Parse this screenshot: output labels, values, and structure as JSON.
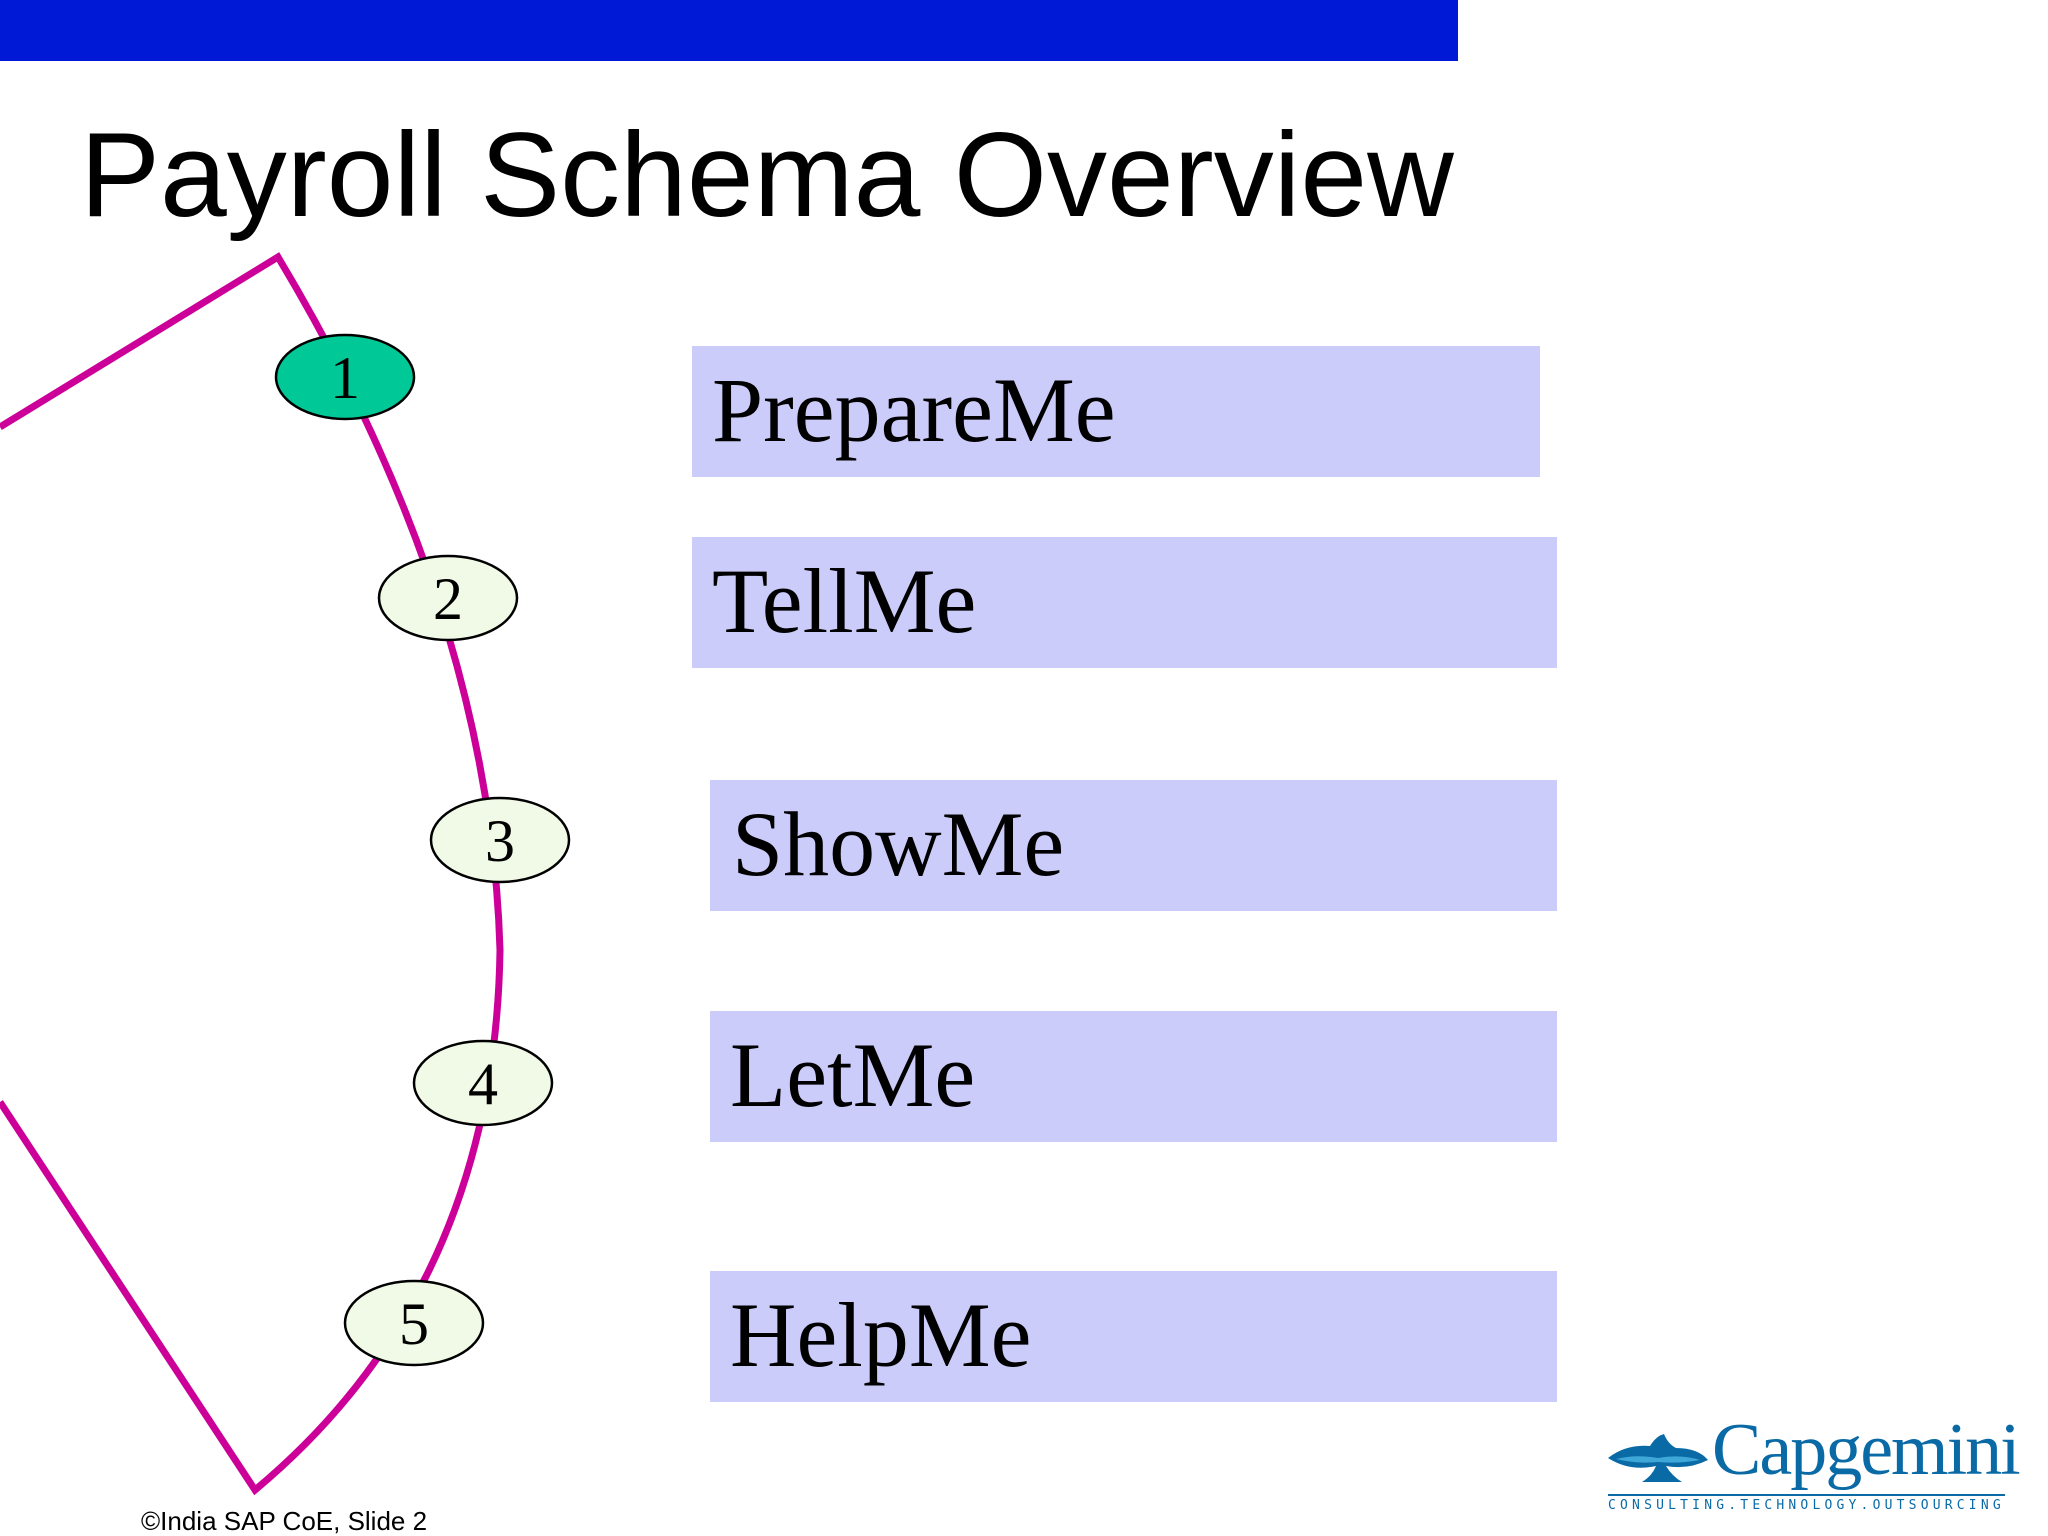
{
  "slide": {
    "title": "Payroll Schema Overview",
    "footer": "©India SAP CoE, Slide 2"
  },
  "steps": [
    {
      "number": "1",
      "label": "PrepareMe"
    },
    {
      "number": "2",
      "label": "TellMe"
    },
    {
      "number": "3",
      "label": "ShowMe"
    },
    {
      "number": "4",
      "label": "LetMe"
    },
    {
      "number": "5",
      "label": "HelpMe"
    }
  ],
  "logo": {
    "wordmark": "Capgemini",
    "tagline": "CONSULTING.TECHNOLOGY.OUTSOURCING"
  },
  "colors": {
    "top_bar": "#0019d6",
    "outline": "#cc0099",
    "step_box": "#ccccfa",
    "node_active": "#00c896",
    "node_default": "#f0fae6",
    "logo": "#0a6aa6"
  }
}
